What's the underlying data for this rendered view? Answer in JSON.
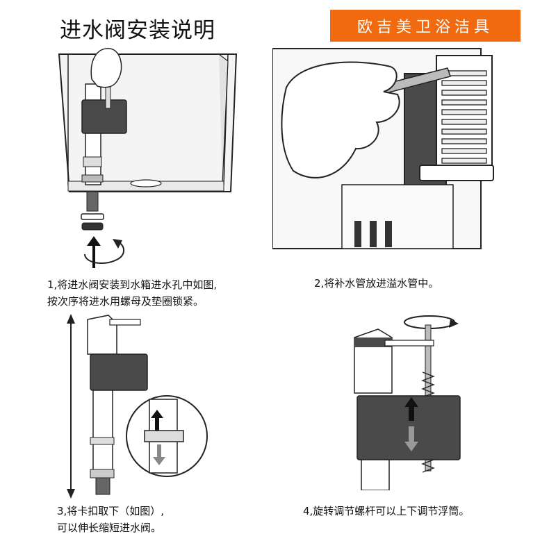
{
  "header": {
    "title": "进水阀安装说明",
    "brand": "欧吉美卫浴洁具"
  },
  "steps": [
    {
      "number": "1",
      "lines": [
        "1,将进水阀安装到水箱进水孔中如图,",
        "按次序将进水用螺母及垫圈锁紧。"
      ]
    },
    {
      "number": "2",
      "lines": [
        "2,将补水管放进溢水管中。"
      ]
    },
    {
      "number": "3",
      "lines": [
        "3,将卡扣取下（如图）,",
        "可以伸长缩短进水阀。"
      ]
    },
    {
      "number": "4",
      "lines": [
        "4,旋转调节螺杆可以上下调节浮筒。"
      ]
    }
  ],
  "colors": {
    "brand_orange": "#f26a10",
    "float_dark": "#4a4a4a",
    "line": "#222222"
  }
}
